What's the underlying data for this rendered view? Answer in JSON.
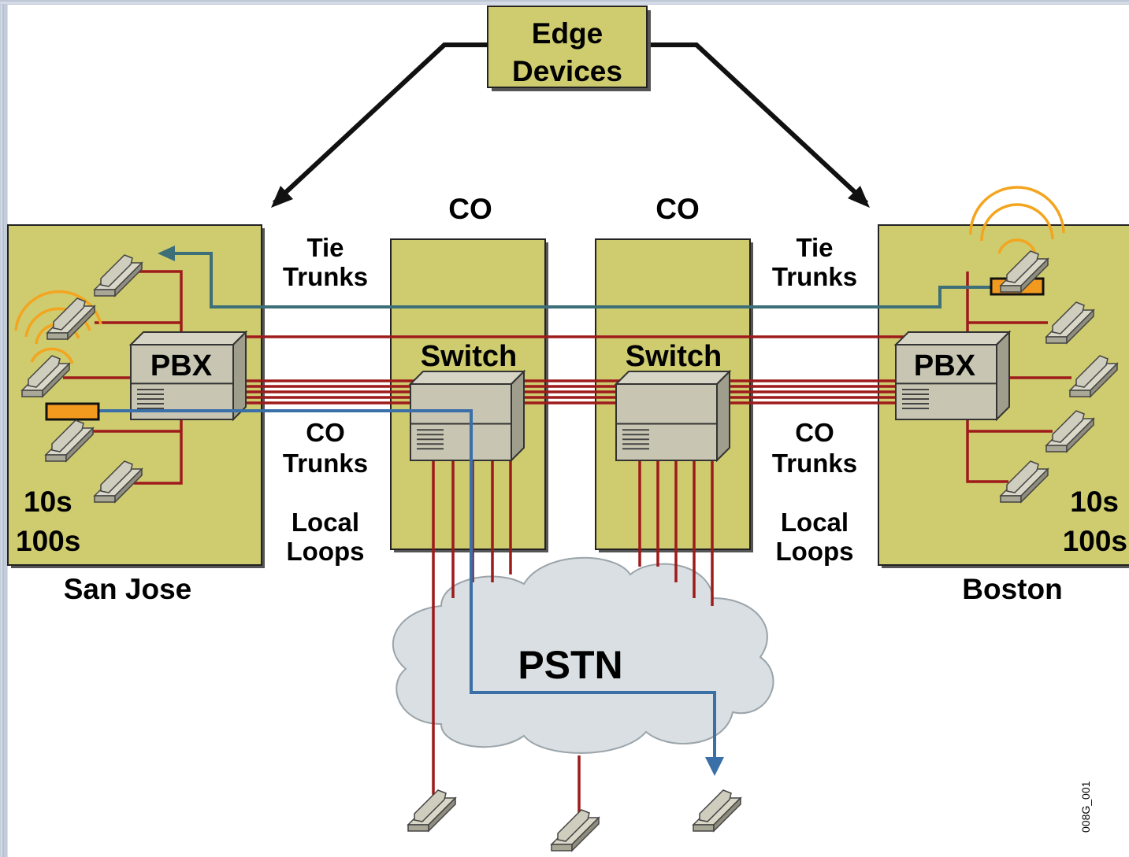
{
  "labels": {
    "edge_devices_line1": "Edge",
    "edge_devices_line2": "Devices",
    "co_left": "CO",
    "co_right": "CO",
    "tie_trunks_left_1": "Tie",
    "tie_trunks_left_2": "Trunks",
    "tie_trunks_right_1": "Tie",
    "tie_trunks_right_2": "Trunks",
    "co_trunks_left_1": "CO",
    "co_trunks_left_2": "Trunks",
    "co_trunks_right_1": "CO",
    "co_trunks_right_2": "Trunks",
    "local_loops_left_1": "Local",
    "local_loops_left_2": "Loops",
    "local_loops_right_1": "Local",
    "local_loops_right_2": "Loops",
    "switch_left": "Switch",
    "switch_right": "Switch",
    "pbx_left": "PBX",
    "pbx_right": "PBX",
    "sj_count_1": "10s",
    "sj_count_2": "100s",
    "bos_count_1": "10s",
    "bos_count_2": "100s",
    "site_left": "San Jose",
    "site_right": "Boston",
    "pstn": "PSTN",
    "figure_id": "008G_001"
  },
  "colors": {
    "site_fill": "#cfcb6f",
    "co_fill": "#cfcb6f",
    "trunk_line": "#9e1b1b",
    "path_left": "#3d6f78",
    "path_pstn": "#3a6fa8",
    "device_fill": "#c8c6b3",
    "cloud_fill": "#d9dfe2",
    "edge_adapter": "#f29a1e",
    "wireless_arc": "#f3a51f"
  }
}
